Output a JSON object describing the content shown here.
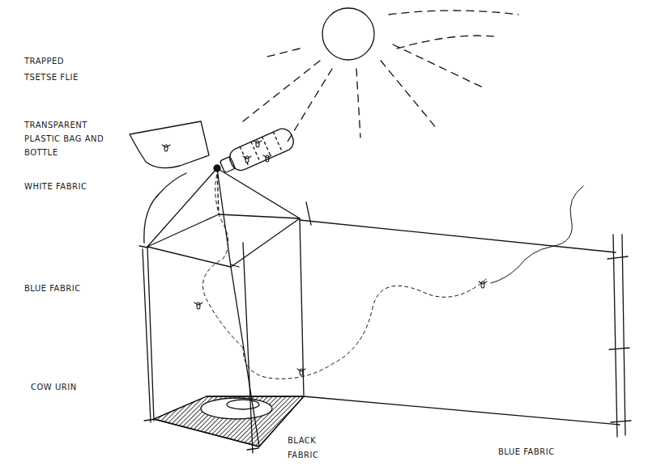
{
  "diagram": {
    "labels": [
      "TRAPPED TSETSE FLIE",
      "TRANSPARENT PLASTIC BAG AND BOTTLE",
      "WHITE FABRIC",
      "BLUE FABRIC",
      "COW URIN",
      "BLACK FABRIC",
      "BLUE FABRIC"
    ]
  }
}
